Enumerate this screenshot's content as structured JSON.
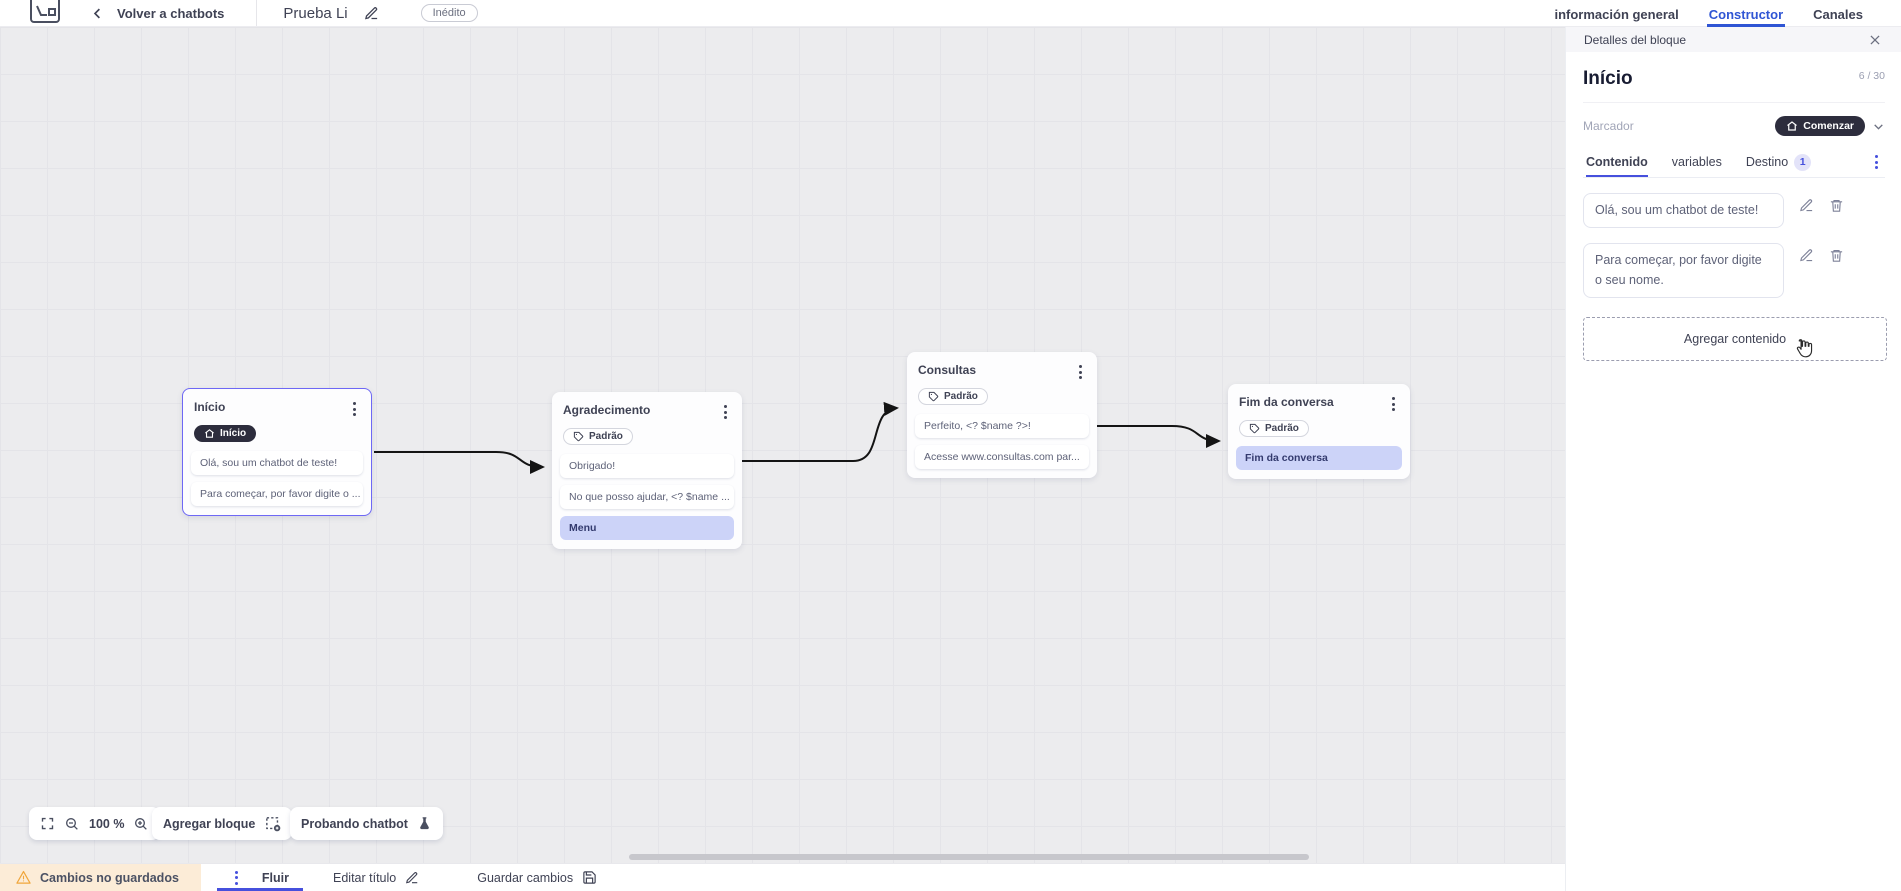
{
  "topbar": {
    "back_label": "Volver a chatbots",
    "title": "Prueba Li",
    "status_badge": "Inédito",
    "tabs": [
      {
        "label": "información general",
        "active": false
      },
      {
        "label": "Constructor",
        "active": true
      },
      {
        "label": "Canales",
        "active": false
      }
    ]
  },
  "canvas": {
    "zoom_level": "100 %",
    "add_block_label": "Agregar bloque",
    "test_chatbot_label": "Probando chatbot",
    "blocks": [
      {
        "title": "Início",
        "marker": "Início",
        "selected": true,
        "cards": [
          {
            "text": "Olá, sou um chatbot de teste!"
          },
          {
            "text": "Para começar, por favor digite o ..."
          }
        ]
      },
      {
        "title": "Agradecimento",
        "marker": "Padrão",
        "selected": false,
        "cards": [
          {
            "text": "Obrigado!"
          },
          {
            "text": "No que posso ajudar, <? $name ..."
          },
          {
            "text": "Menu",
            "highlighted": true
          }
        ]
      },
      {
        "title": "Consultas",
        "marker": "Padrão",
        "selected": false,
        "cards": [
          {
            "text": "Perfeito, <? $name ?>!"
          },
          {
            "text": "Acesse www.consultas.com par..."
          }
        ]
      },
      {
        "title": "Fim da conversa",
        "marker": "Padrão",
        "selected": false,
        "cards": [
          {
            "text": "Fim da conversa",
            "highlighted": true
          }
        ]
      }
    ]
  },
  "panel": {
    "header_title": "Detalles del bloque",
    "block_name": "Início",
    "name_counter": "6 / 30",
    "marker_label": "Marcador",
    "marker_value": "Comenzar",
    "tabs": [
      {
        "label": "Contenido",
        "active": true
      },
      {
        "label": "variables",
        "active": false
      },
      {
        "label": "Destino",
        "badge": "1",
        "active": false
      }
    ],
    "contents": [
      {
        "text": "Olá, sou um chatbot de teste!"
      },
      {
        "text": "Para começar, por favor digite o seu nome."
      }
    ],
    "add_content_label": "Agregar contenido"
  },
  "bottombar": {
    "warning_label": "Cambios no guardados",
    "flow_tab_label": "Fluir",
    "edit_title_label": "Editar título",
    "save_label": "Guardar cambios"
  },
  "colors": {
    "accent_blue": "#2f55d4",
    "accent_indigo": "#4650dd",
    "selected_block_border": "#6e68f5",
    "dark_pill": "#2d2d3d",
    "highlight_card": "#ccd3f8",
    "warning_bg": "#fcecd7",
    "warning_icon": "#f0a63c"
  },
  "icons": {
    "back": "chevron-left",
    "edit": "pencil",
    "delete": "trash",
    "start_marker": "home",
    "default_marker": "tag",
    "menu": "kebab-dots",
    "close": "x",
    "warning": "triangle-exclamation",
    "save": "floppy-disk",
    "test": "flask",
    "add_block": "dashed-square-plus",
    "fullscreen": "expand-corners",
    "zoom_out": "magnifier-minus",
    "zoom_in": "magnifier-plus",
    "dropdown": "chevron-down",
    "cursor": "hand-pointer"
  }
}
